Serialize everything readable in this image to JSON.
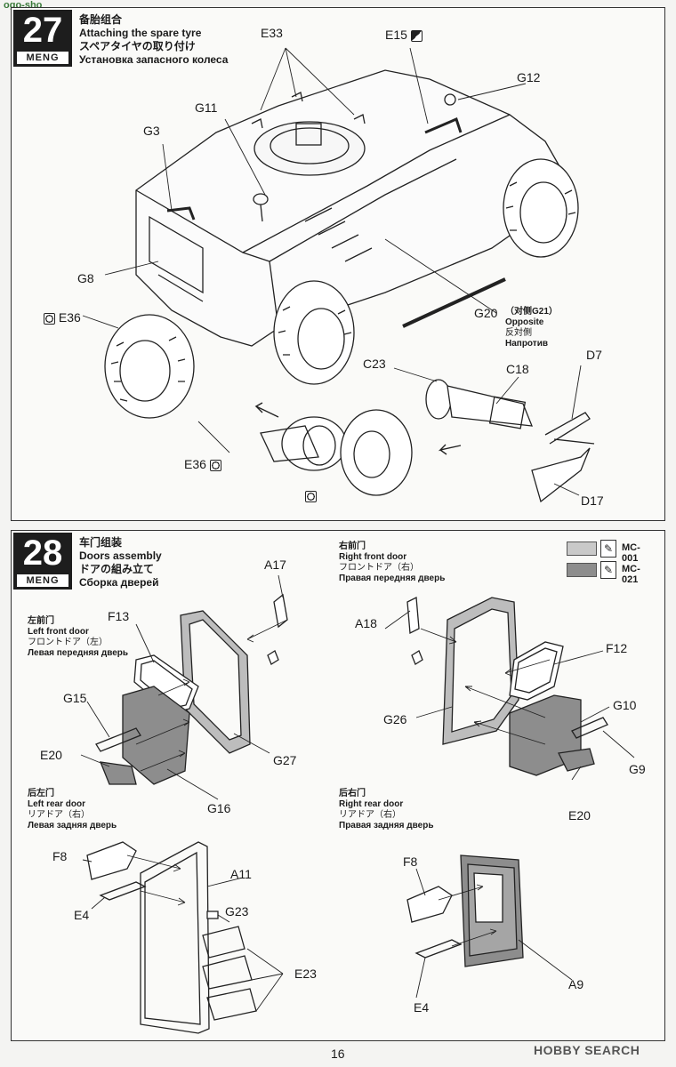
{
  "site_mark": "ogo-sho",
  "step27": {
    "number": "27",
    "brand": "MENG",
    "title_cn": "备胎组合",
    "title_en": "Attaching the spare tyre",
    "title_jp": "スペアタイヤの取り付け",
    "title_ru": "Установка запасного колеса",
    "labels": {
      "E33": "E33",
      "E15": "E15",
      "G12": "G12",
      "G11": "G11",
      "G3": "G3",
      "G8": "G8",
      "E36a": "E36",
      "G20": "G20",
      "opp_cn": "（对侧G21）",
      "opp_en": "Opposite",
      "opp_jp": "反対側",
      "opp_ru": "Напротив",
      "C23": "C23",
      "C18": "C18",
      "D7": "D7",
      "E36b": "E36",
      "D17": "D17"
    }
  },
  "step28": {
    "number": "28",
    "brand": "MENG",
    "title_cn": "车门组装",
    "title_en": "Doors assembly",
    "title_jp": "ドアの組み立て",
    "title_ru": "Сборка дверей",
    "legend": [
      {
        "code": "MC-001",
        "color": "#c9c9c9"
      },
      {
        "code": "MC-021",
        "color": "#8d8d8d"
      }
    ],
    "left_front": {
      "cn": "左前门",
      "en": "Left front door",
      "jp": "フロントドア（左）",
      "ru": "Левая передняя дверь"
    },
    "right_front": {
      "cn": "右前门",
      "en": "Right front door",
      "jp": "フロントドア（右）",
      "ru": "Правая передняя дверь"
    },
    "left_rear": {
      "cn": "后左门",
      "en": "Left rear door",
      "jp": "リアドア（右）",
      "ru": "Левая задняя дверь"
    },
    "right_rear": {
      "cn": "后右门",
      "en": "Right rear door",
      "jp": "リアドア（右）",
      "ru": "Правая задняя дверь"
    },
    "labels": {
      "A17": "A17",
      "F13": "F13",
      "G15": "G15",
      "E20a": "E20",
      "G27": "G27",
      "G16": "G16",
      "A18": "A18",
      "F12": "F12",
      "G10": "G10",
      "G26": "G26",
      "G9": "G9",
      "E20b": "E20",
      "F8a": "F8",
      "A11": "A11",
      "G23": "G23",
      "E4a": "E4",
      "E23": "E23",
      "F8b": "F8",
      "A9": "A9",
      "E4b": "E4"
    }
  },
  "page_number": "16",
  "watermark": "HOBBY SEARCH"
}
